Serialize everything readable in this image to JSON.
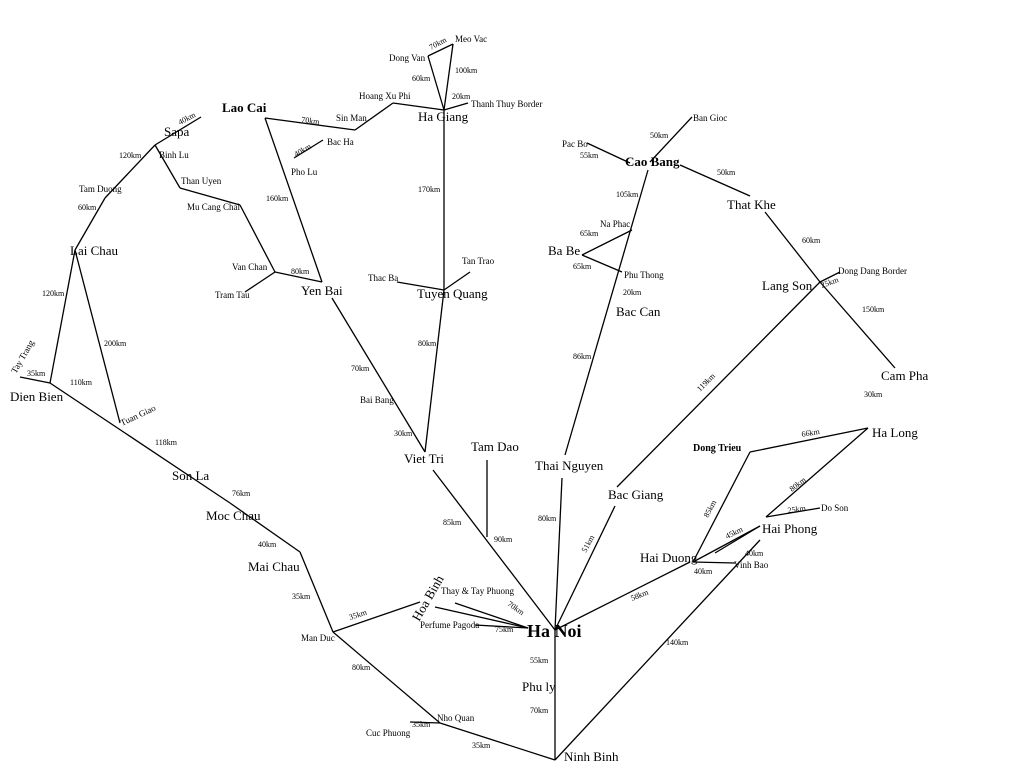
{
  "places": {
    "ha_noi": "Ha Noi",
    "lao_cai": "Lao Cai",
    "ha_giang": "Ha Giang",
    "cao_bang": "Cao Bang",
    "dong_trieu": "Dong Trieu",
    "sapa": "Sapa",
    "meo_vac": "Meo Vac",
    "dong_van": "Dong Van",
    "thanh_thuy": "Thanh Thuy Border",
    "hoang_xu_phi": "Hoang Xu Phi",
    "sin_man": "Sin Man",
    "bac_ha": "Bac Ha",
    "pho_lu": "Pho Lu",
    "binh_lu": "Binh Lu",
    "tam_duong": "Tam Duong",
    "than_uyen": "Than Uyen",
    "mu_cang_chai": "Mu Cang Chai",
    "lai_chau": "Lai Chau",
    "van_chan": "Van Chan",
    "tram_tau": "Tram Tau",
    "yen_bai": "Yen Bai",
    "thac_ba": "Thac Ba",
    "tuyen_quang": "Tuyen Quang",
    "tan_trao": "Tan Trao",
    "tay_trang": "Tay Trang",
    "dien_bien": "Dien Bien",
    "tuan_giao": "Tuan Giao",
    "son_la": "Son La",
    "moc_chau": "Moc Chau",
    "mai_chau": "Mai Chau",
    "man_duc": "Man Duc",
    "hoa_binh": "Hoa Binh",
    "thay_tay": "Thay & Tay Phuong",
    "perfume": "Perfume Pagoda",
    "bai_bang": "Bai Bang",
    "viet_tri": "Viet Tri",
    "tam_dao": "Tam Dao",
    "thai_nguyen": "Thai Nguyen",
    "bac_can": "Bac Can",
    "pac_bo": "Pac Bo",
    "ban_gioc": "Ban Gioc",
    "that_khe": "That Khe",
    "na_phac": "Na Phac",
    "ba_be": "Ba Be",
    "phu_thong": "Phu Thong",
    "lang_son": "Lang Son",
    "dong_dang": "Dong Dang Border",
    "cam_pha": "Cam Pha",
    "ha_long": "Ha Long",
    "do_son": "Do Son",
    "hai_phong": "Hai Phong",
    "vinh_bao": "Vinh Bao",
    "hai_duong": "Hai Duong",
    "bac_giang": "Bac Giang",
    "phu_ly": "Phu ly",
    "nho_quan": "Nho Quan",
    "cuc_phuong": "Cuc Phuong",
    "ninh_binh": "Ninh Binh"
  },
  "distances": {
    "sapa_laocai": "40km",
    "laocai_sinman": "70km",
    "bacha_spur": "40km",
    "dongvan_meovac": "70km",
    "dongvan_hagiang": "60km",
    "meovac_hagiang": "100km",
    "hagiang_thanhthuy": "20km",
    "laocai_yenbai": "160km",
    "hagiang_tuyenquang": "170km",
    "sapa_tamduong": "120km",
    "tamduong_laichau": "60km",
    "vanchan_yenbai": "80km",
    "caobang_pacbo": "55km",
    "caobang_bangioc": "50km",
    "caobang_thatkhe": "50km",
    "caobang_naphac": "105km",
    "naphac_babe": "65km",
    "babe_phuthong": "65km",
    "phuthong_baccan": "20km",
    "thatkhe_langson": "60km",
    "langson_dongdang": "25km",
    "langson_campha": "150km",
    "laichau_dienbien": "120km",
    "laichau_tuangiao": "200km",
    "taytrang_dienbien": "35km",
    "dienbien_tuangiao": "110km",
    "tuangiao_sonla": "118km",
    "sonla_mocchau": "76km",
    "mocchau_maichau": "40km",
    "maichau_manduc": "35km",
    "manduc_hoabinh": "35km",
    "manduc_nhoquan": "80km",
    "yenbai_baibang": "70km",
    "tuyenquang_viettri": "80km",
    "baibang_viettri": "30km",
    "viettri_hanoi": "85km",
    "tamdao_hanoi": "90km",
    "thainguyen_hanoi": "80km",
    "baccan_thainguyen": "86km",
    "langson_bacgiang": "119km",
    "bacgiang_hanoi": "51km",
    "campha_halong": "30km",
    "dongtrieu_halong": "66km",
    "halong_haiphong": "80km",
    "dongtrieu_haiduong": "85km",
    "haiphong_doson": "25km",
    "haiduong_haiphong": "45km",
    "haiduong_vinhbao": "40km",
    "vinhbao_haiphong": "40km",
    "hanoi_haiduong": "58km",
    "haiphong_ninhbinh": "140km",
    "hanoi_thay": "70km",
    "hanoi_perfume": "75km",
    "hanoi_phuly": "55km",
    "phuly_ninhbinh": "70km",
    "cucphuong_nhoquan": "35km",
    "nhoquan_ninhbinh": "35km"
  }
}
